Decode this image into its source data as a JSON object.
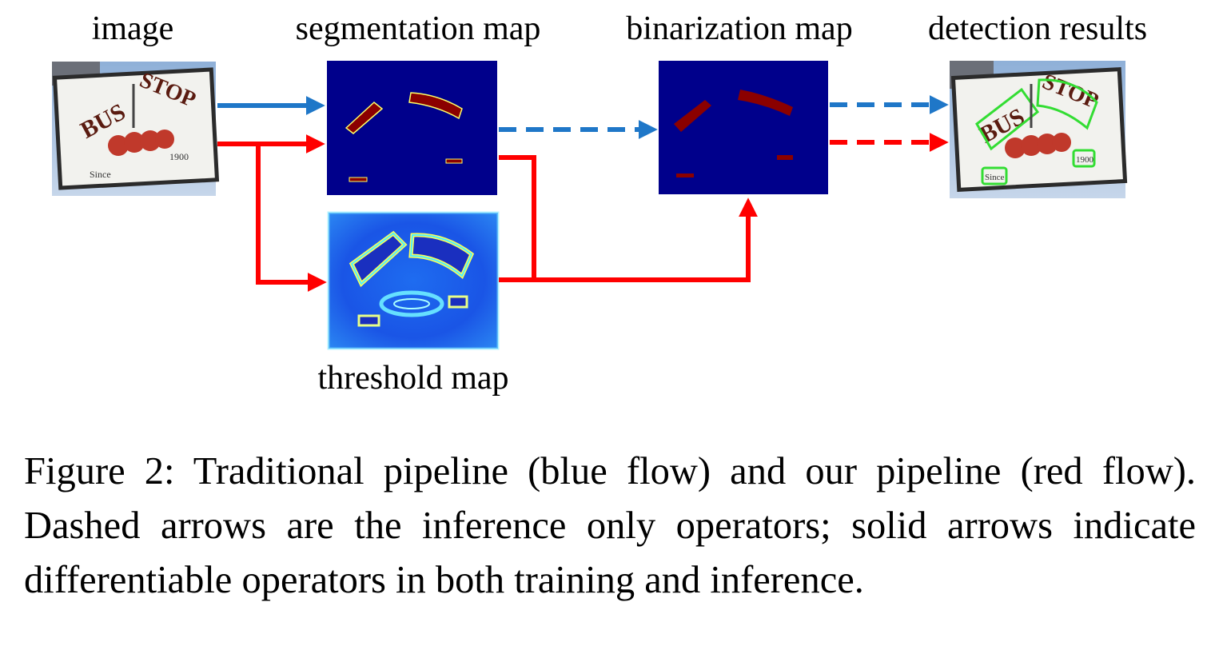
{
  "labels": {
    "image": "image",
    "segmentation_map": "segmentation map",
    "binarization_map": "binarization map",
    "detection_results": "detection results",
    "threshold_map": "threshold map"
  },
  "sign_text": {
    "bus": "BUS",
    "stop": "STOP",
    "since": "Since",
    "year": "1900"
  },
  "caption": "Figure 2: Traditional pipeline (blue flow) and our pipeline (red flow). Dashed arrows are the inference only operators; solid arrows indicate differentiable operators in both training and inference.",
  "colors": {
    "blue_flow": "#1f77c8",
    "red_flow": "#ff0000",
    "map_background": "#00008b",
    "text_region": "#8b0000",
    "detection_box": "#33dd33"
  }
}
